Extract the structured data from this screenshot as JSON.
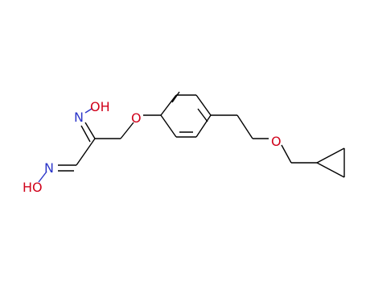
{
  "colors": {
    "background": "#ffffff",
    "carbon_bond": "#000000",
    "nitrogen": "#2b35c9",
    "oxygen": "#d0021b"
  },
  "labels": {
    "oxime_upper_n": "N",
    "oxime_upper_oh": "OH",
    "oxime_lower_n": "N",
    "oxime_lower_ho": "HO",
    "ether_oxygen_aryl": "O",
    "ether_oxygen_alkyl": "O"
  }
}
